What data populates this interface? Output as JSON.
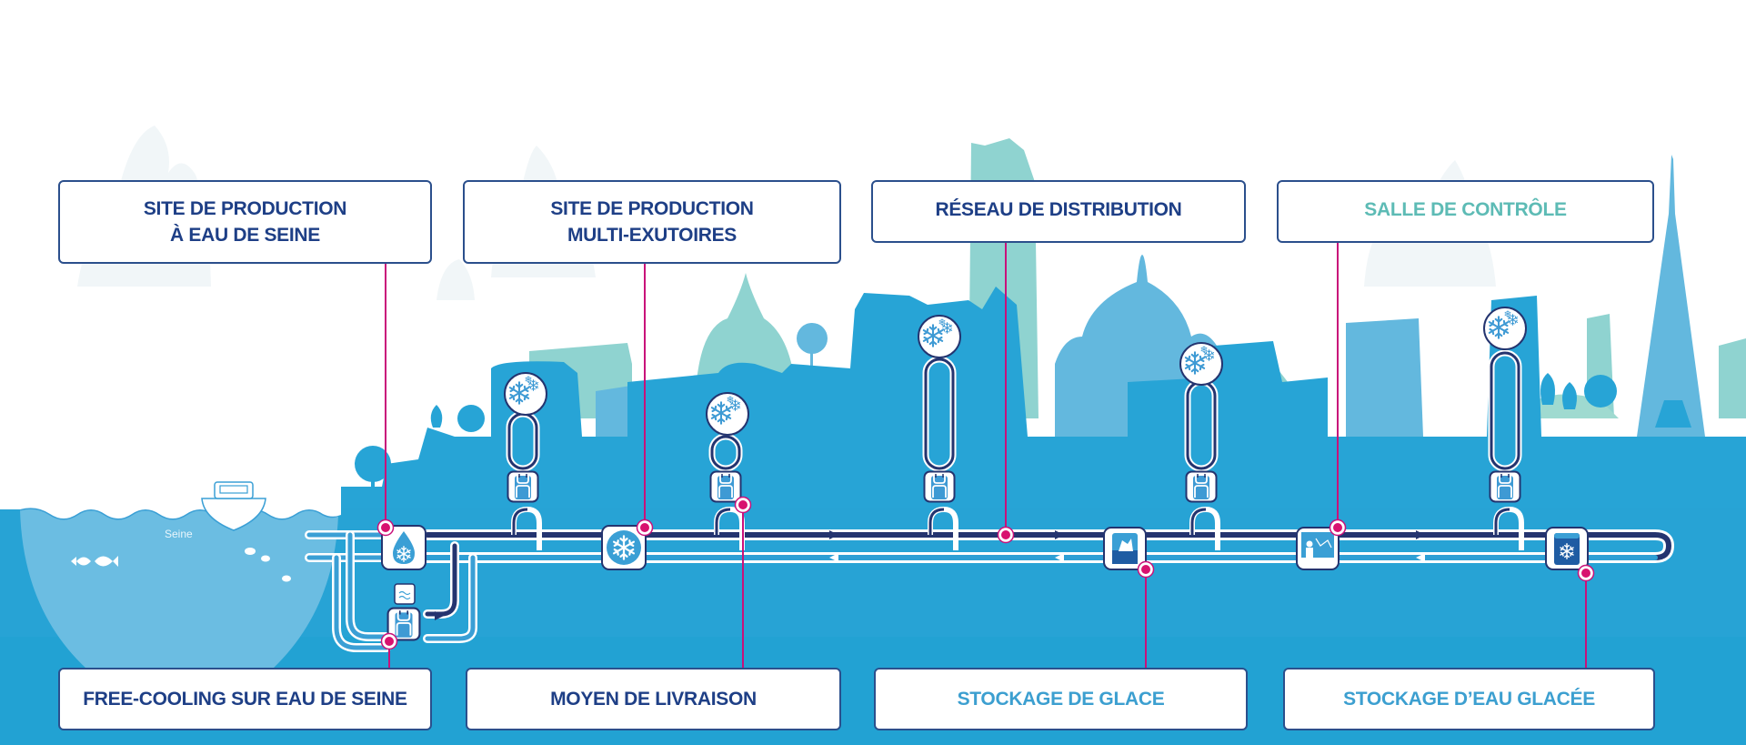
{
  "diagram": {
    "title_labels": [
      {
        "id": "site-production-eau-seine",
        "text": "SITE DE PRODUCTION\nÀ EAU DE SEINE",
        "style": "dark"
      },
      {
        "id": "site-production-multi-exutoires",
        "text": "SITE DE PRODUCTION\nMULTI-EXUTOIRES",
        "style": "dark"
      },
      {
        "id": "reseau-distribution",
        "text": "RÉSEAU DE DISTRIBUTION",
        "style": "dark"
      },
      {
        "id": "salle-controle",
        "text": "SALLE DE CONTRÔLE",
        "style": "teal"
      }
    ],
    "bottom_labels": [
      {
        "id": "free-cooling",
        "text": "FREE-COOLING SUR EAU DE SEINE",
        "style": "dark"
      },
      {
        "id": "moyen-livraison",
        "text": "MOYEN DE LIVRAISON",
        "style": "dark"
      },
      {
        "id": "stockage-glace",
        "text": "STOCKAGE DE GLACE",
        "style": "light"
      },
      {
        "id": "stockage-eau-glacee",
        "text": "STOCKAGE D’EAU GLACÉE",
        "style": "light"
      }
    ],
    "river_label": "Seine",
    "icons": [
      "water-drop-snowflake-icon",
      "snowflake-plant-icon",
      "ice-storage-icon",
      "control-room-icon",
      "chilled-water-storage-icon",
      "heat-exchanger-icon",
      "building-snowflake-icon",
      "river-intake-icon"
    ],
    "colors": {
      "ground": "#28a3d4",
      "building": "#27a4d6",
      "mid_skyline": "#63b8de",
      "back_skyline": "#8fd3d0",
      "river": "#6bbde2",
      "pipe_dark": "#24346f",
      "connector": "#c9117a",
      "label_border": "#2b4f8c",
      "text_dark": "#1e3f86",
      "text_teal": "#5dbbb5",
      "text_light": "#3c9fd0"
    }
  }
}
